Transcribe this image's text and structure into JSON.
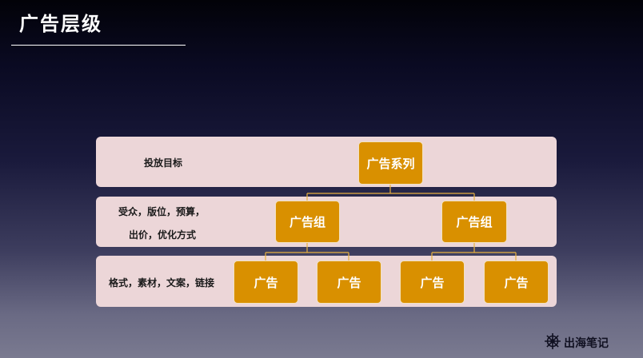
{
  "title": "广告层级",
  "levels": [
    {
      "description_lines": [
        "投放目标"
      ]
    },
    {
      "description_lines": [
        "受众，版位，预算，",
        "出价，优化方式"
      ]
    },
    {
      "description_lines": [
        "格式，素材，文案，链接"
      ]
    }
  ],
  "nodes": {
    "campaign": "广告系列",
    "ad_sets": [
      "广告组",
      "广告组"
    ],
    "ads": [
      "广告",
      "广告",
      "广告",
      "广告"
    ]
  },
  "brand": {
    "icon": "ship-wheel-icon",
    "label": "出海笔记"
  },
  "colors": {
    "node_fill": "#d99000",
    "node_border": "#f3e2bf",
    "band_fill": "#ecd6d8",
    "connector": "#e8b040"
  }
}
